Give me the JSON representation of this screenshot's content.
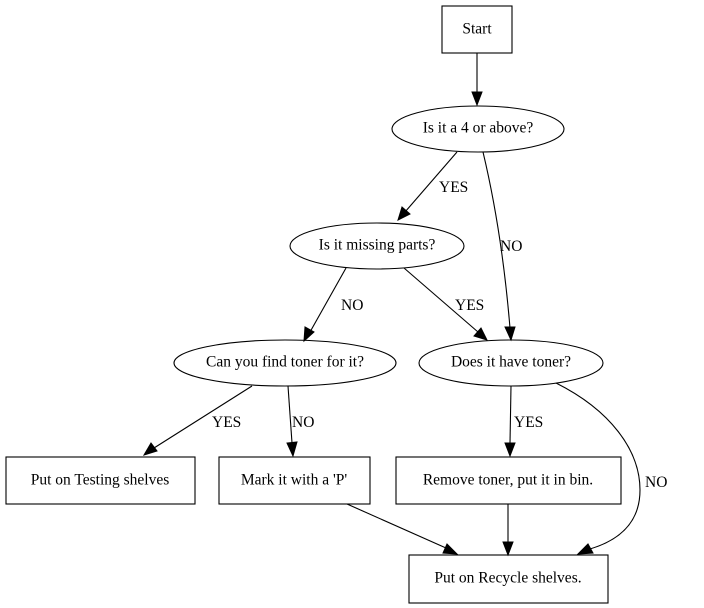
{
  "nodes": {
    "start": "Start",
    "q_four_or_above": "Is it a 4 or above?",
    "q_missing_parts": "Is it missing parts?",
    "q_find_toner": "Can you find toner for it?",
    "q_has_toner": "Does it have toner?",
    "put_on_testing": "Put on Testing shelves",
    "mark_with_p": "Mark it with a 'P'",
    "remove_toner": "Remove toner, put it in bin.",
    "put_on_recycle": "Put on Recycle shelves."
  },
  "edge_labels": {
    "four_yes": "YES",
    "four_no": "NO",
    "missing_no": "NO",
    "missing_yes": "YES",
    "find_yes": "YES",
    "find_no": "NO",
    "has_yes": "YES",
    "has_no": "NO"
  }
}
